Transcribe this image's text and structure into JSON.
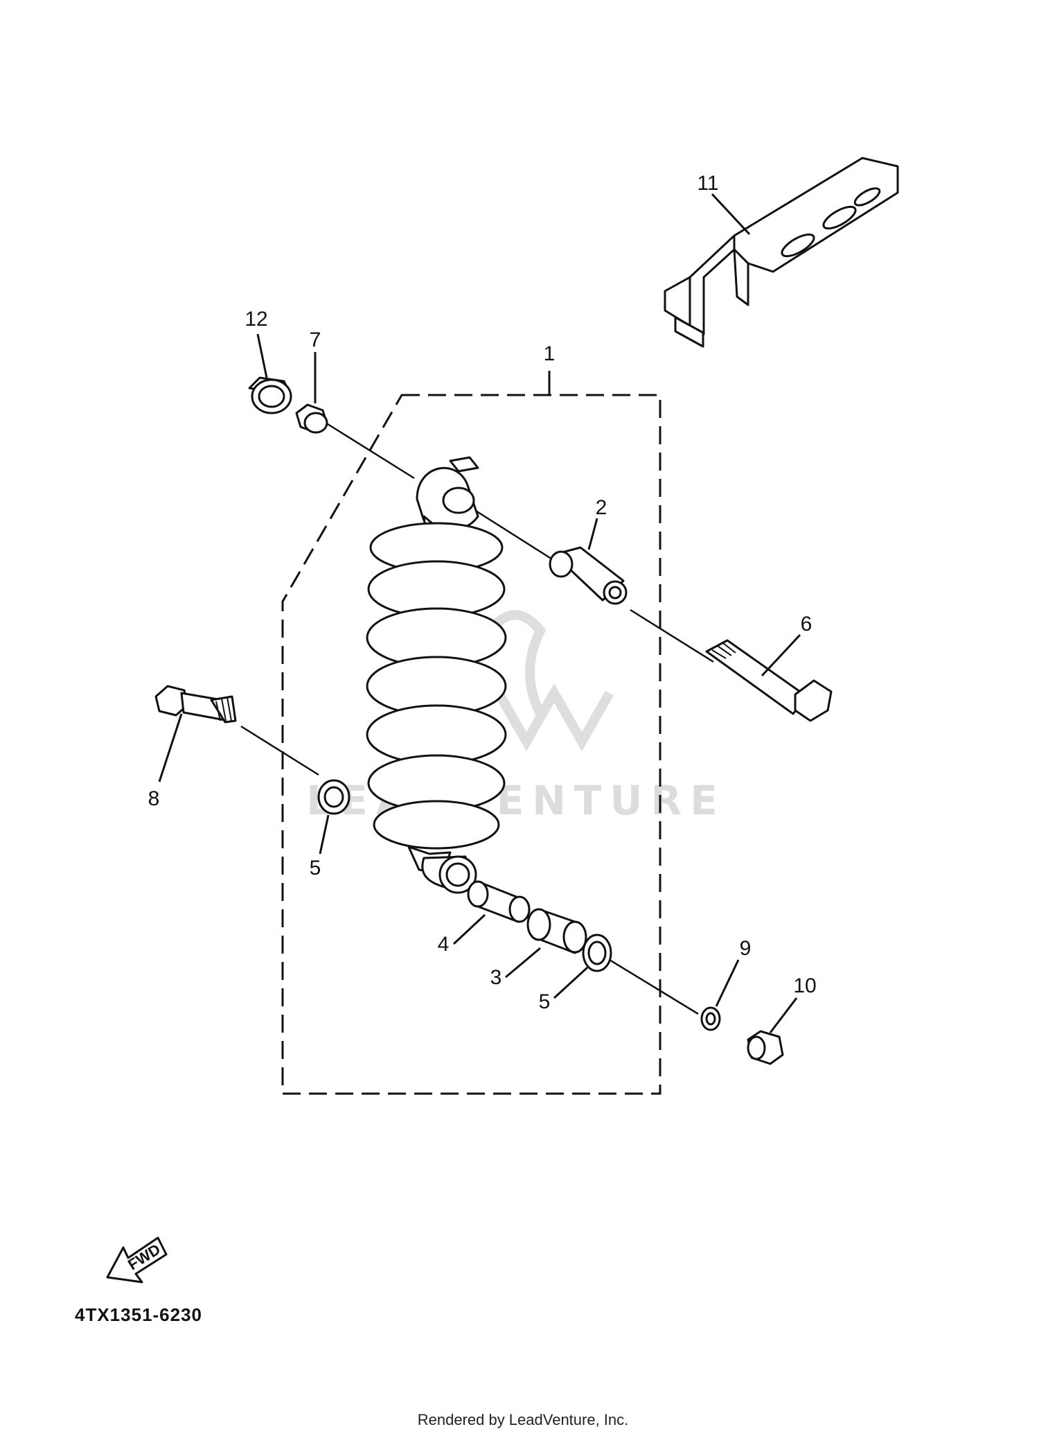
{
  "callouts": [
    {
      "id": "shock-absorber",
      "label": "1"
    },
    {
      "id": "collar-upper",
      "label": "2"
    },
    {
      "id": "collar-lower-outer",
      "label": "3"
    },
    {
      "id": "collar-lower-inner",
      "label": "4"
    },
    {
      "id": "seal-left",
      "label": "5"
    },
    {
      "id": "seal-right",
      "label": "5"
    },
    {
      "id": "bolt-upper",
      "label": "6"
    },
    {
      "id": "nut-upper",
      "label": "7"
    },
    {
      "id": "bolt-lower",
      "label": "8"
    },
    {
      "id": "washer",
      "label": "9"
    },
    {
      "id": "nut-lower",
      "label": "10"
    },
    {
      "id": "bracket",
      "label": "11"
    },
    {
      "id": "cap",
      "label": "12"
    }
  ],
  "fwd_arrow": {
    "label": "FWD"
  },
  "diagram_code": "4TX1351-6230",
  "watermark": "LEADVENTURE",
  "footer": "Rendered by LeadVenture, Inc.",
  "colors": {
    "line": "#111111",
    "background": "#ffffff",
    "watermark": "#dcdcdc"
  }
}
